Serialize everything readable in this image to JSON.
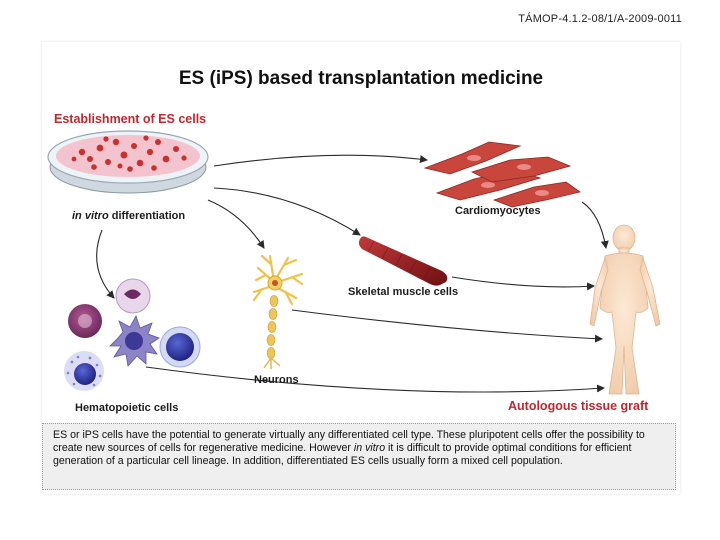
{
  "header": {
    "code": "TÁMOP-4.1.2-08/1/A-2009-0011"
  },
  "title": "ES (iPS) based transplantation medicine",
  "labels": {
    "establishment": "Establishment of ES cells",
    "in_vitro_italic": "in vitro",
    "in_vitro_rest": " differentiation",
    "cardiomyocytes": "Cardiomyocytes",
    "skeletal_muscle": "Skeletal muscle cells",
    "neurons": "Neurons",
    "hematopoietic": "Hematopoietic cells",
    "autologous": "Autologous tissue graft"
  },
  "description": {
    "part1": "ES  or iPS cells have the potential to generate virtually any differentiated cell type. These pluripotent cells offer the possibility to create new sources of cells for regenerative medicine. However ",
    "italic": "in vitro",
    "part2": " it is difficult to provide optimal conditions for efficient generation of a particular cell lineage. In addition, differentiated ES cells usually form a mixed cell population."
  },
  "colors": {
    "accent_red": "#c0282f",
    "arrow": "#2a2a2a",
    "dish_pink": "#f3c4cd",
    "dish_cells": "#c9302f",
    "cardio": "#c8463c",
    "muscle": "#9b1c1c",
    "neuron": "#f0c24a",
    "skin": "#f6d9bf",
    "blood_blue": "#27308f",
    "blood_purple": "#7a3568"
  },
  "icons": [
    "petri-dish-icon",
    "cardiomyocytes-icon",
    "muscle-fiber-icon",
    "neuron-icon",
    "blood-cells-icon",
    "human-body-icon"
  ]
}
